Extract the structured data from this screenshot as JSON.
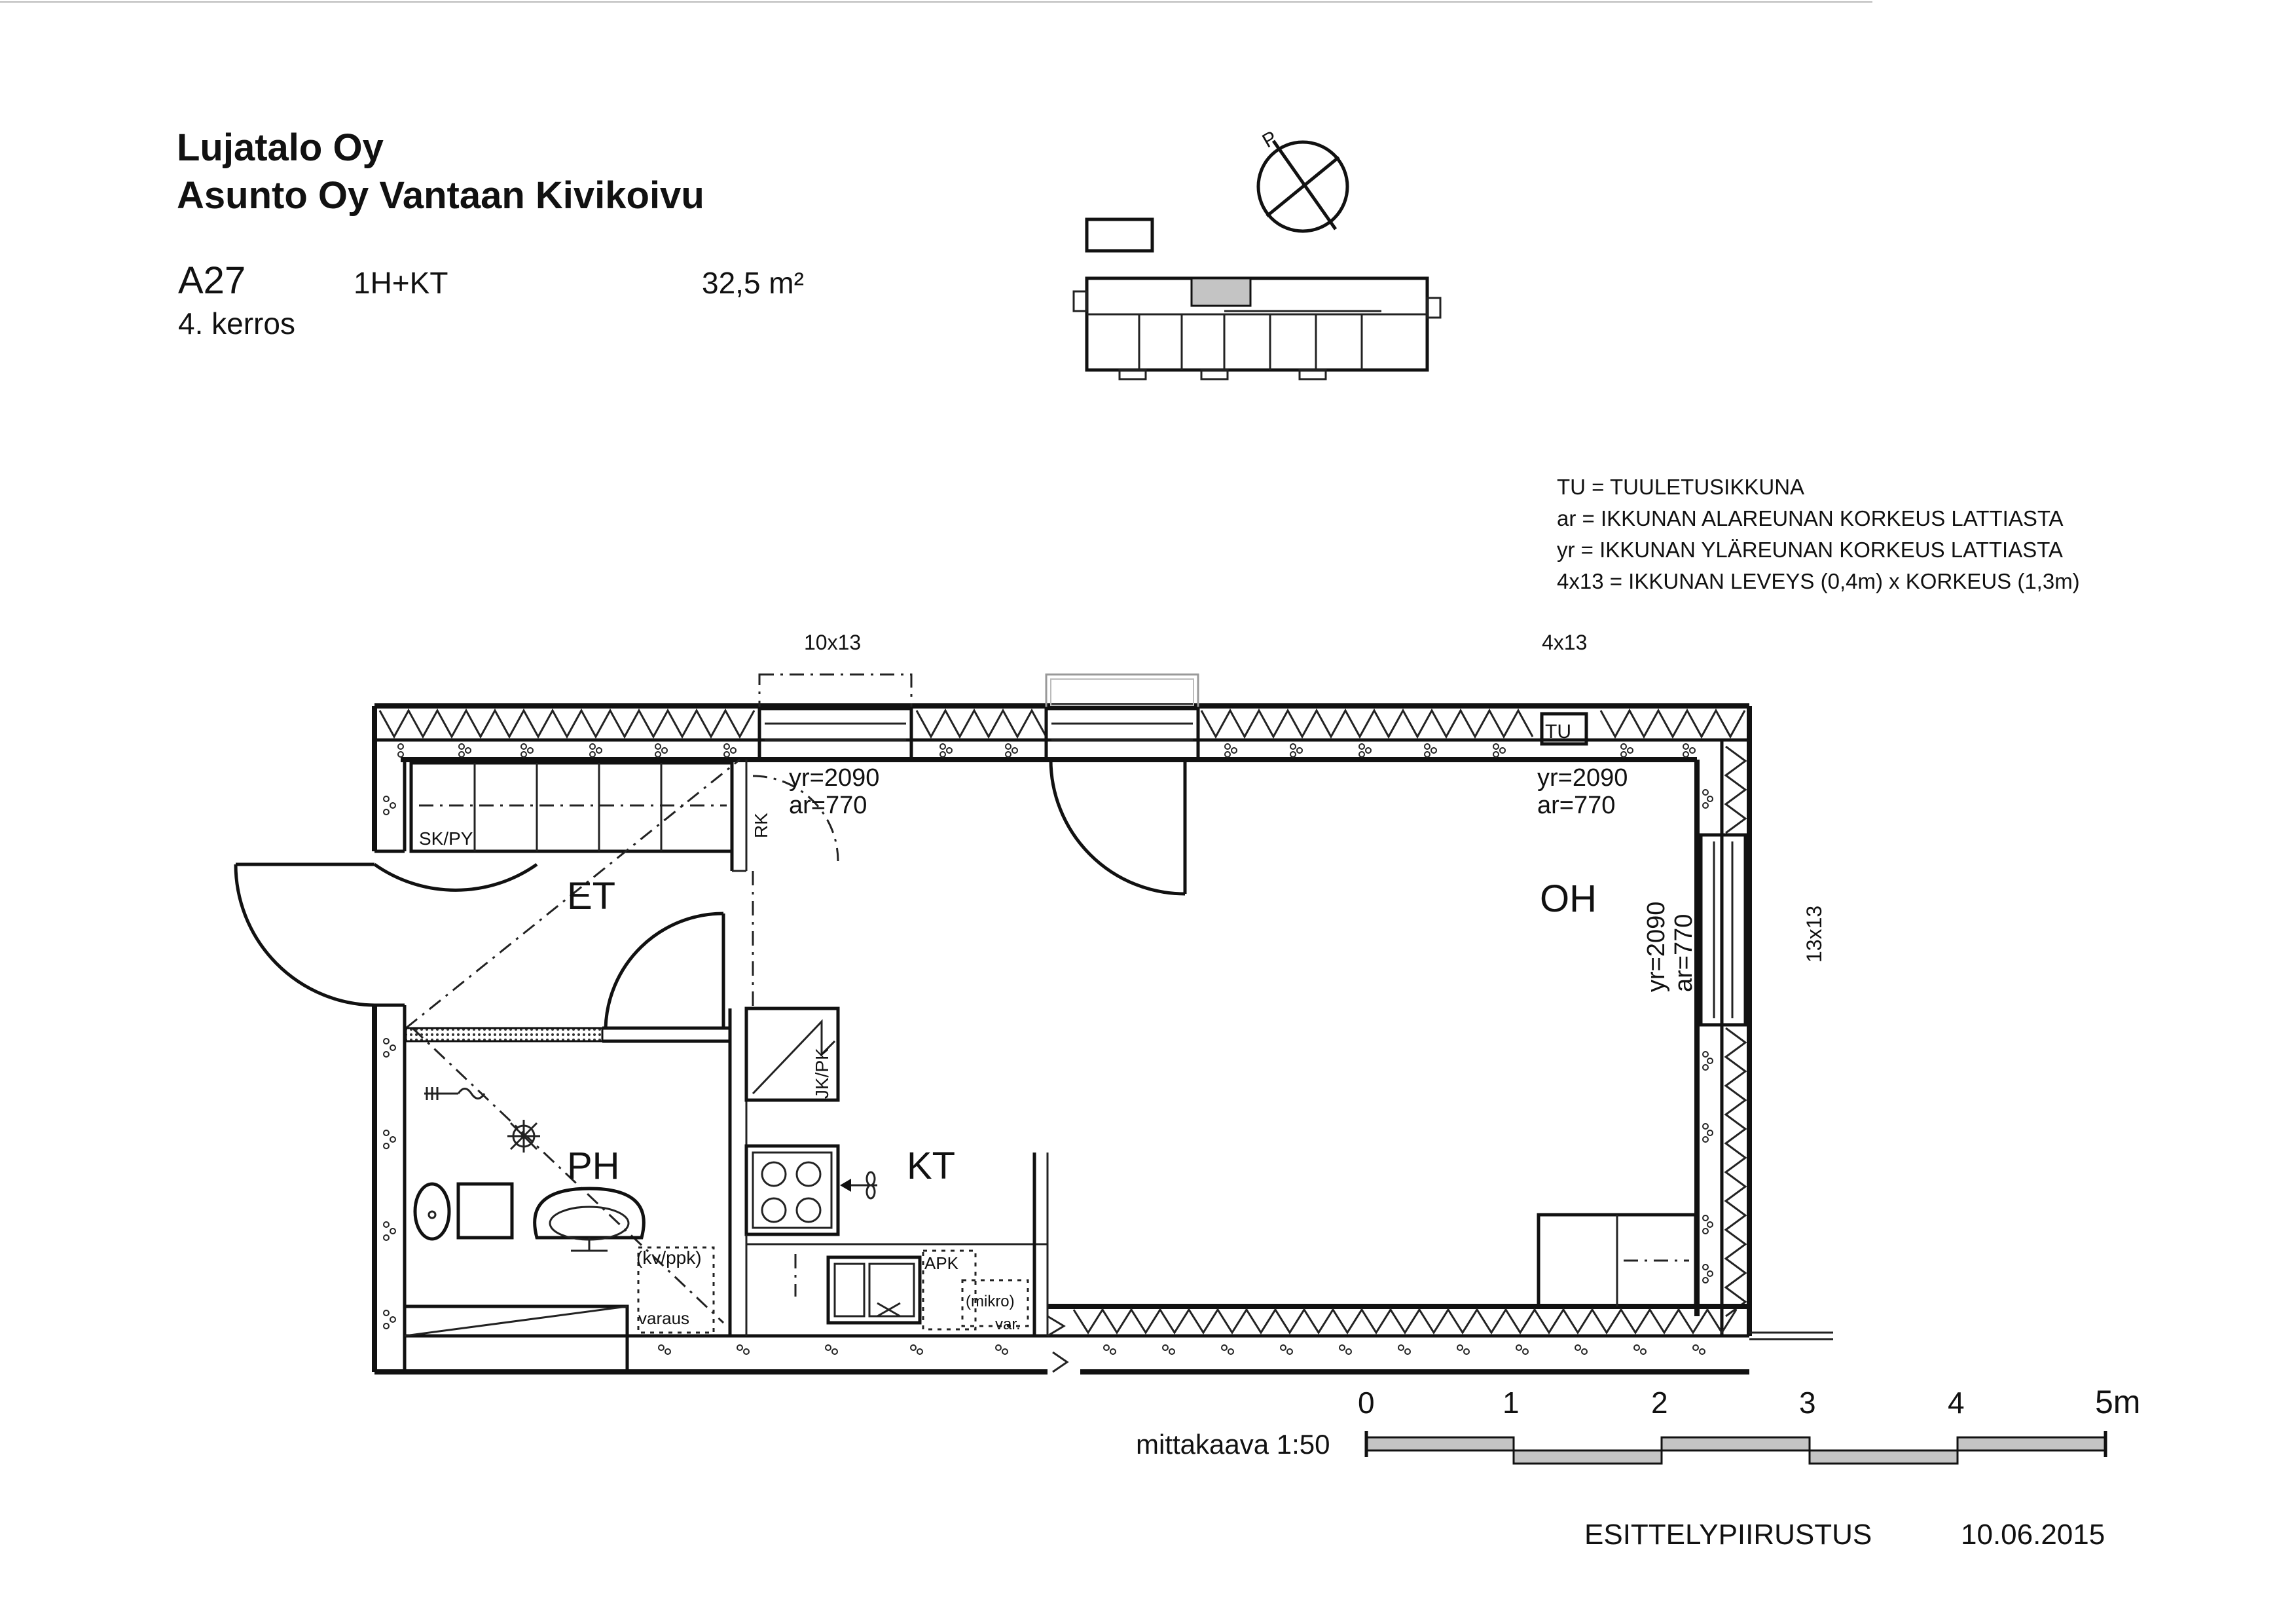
{
  "header": {
    "company": "Lujatalo Oy",
    "project": "Asunto Oy Vantaan Kivikoivu",
    "apartment": "A27",
    "type": "1H+KT",
    "area": "32,5 m²",
    "floor": "4. kerros"
  },
  "compass": {
    "north": "P"
  },
  "legend": [
    "TU = TUULETUSIKKUNA",
    "ar = IKKUNAN ALAREUNAN KORKEUS LATTIASTA",
    "yr = IKKUNAN YLÄREUNAN KORKEUS LATTIASTA",
    "4x13 = IKKUNAN LEVEYS (0,4m) x KORKEUS (1,3m)"
  ],
  "windows": {
    "w1_size": "10x13",
    "w2_size": "4x13",
    "w3_size": "13x13",
    "tu": "TU",
    "yr1": "yr=2090",
    "ar1": "ar=770",
    "yr2": "yr=2090",
    "ar2": "ar=770",
    "yr3": "yr=2090",
    "ar3": "ar=770"
  },
  "rooms": {
    "et": "ET",
    "oh": "OH",
    "ph": "PH",
    "kt": "KT"
  },
  "fixtures": {
    "skpy": "SK/PY",
    "rk": "RK",
    "jkpk": "JK/PK",
    "kvppk": "(kv/ppk)",
    "varaus": "varaus",
    "apk": "APK",
    "mikro": "(mikro)",
    "var": "var."
  },
  "scale": {
    "label": "mittakaava 1:50",
    "ticks": [
      "0",
      "1",
      "2",
      "3",
      "4",
      "5m"
    ]
  },
  "footer": {
    "title": "ESITTELYPIIRUSTUS",
    "date": "10.06.2015"
  }
}
